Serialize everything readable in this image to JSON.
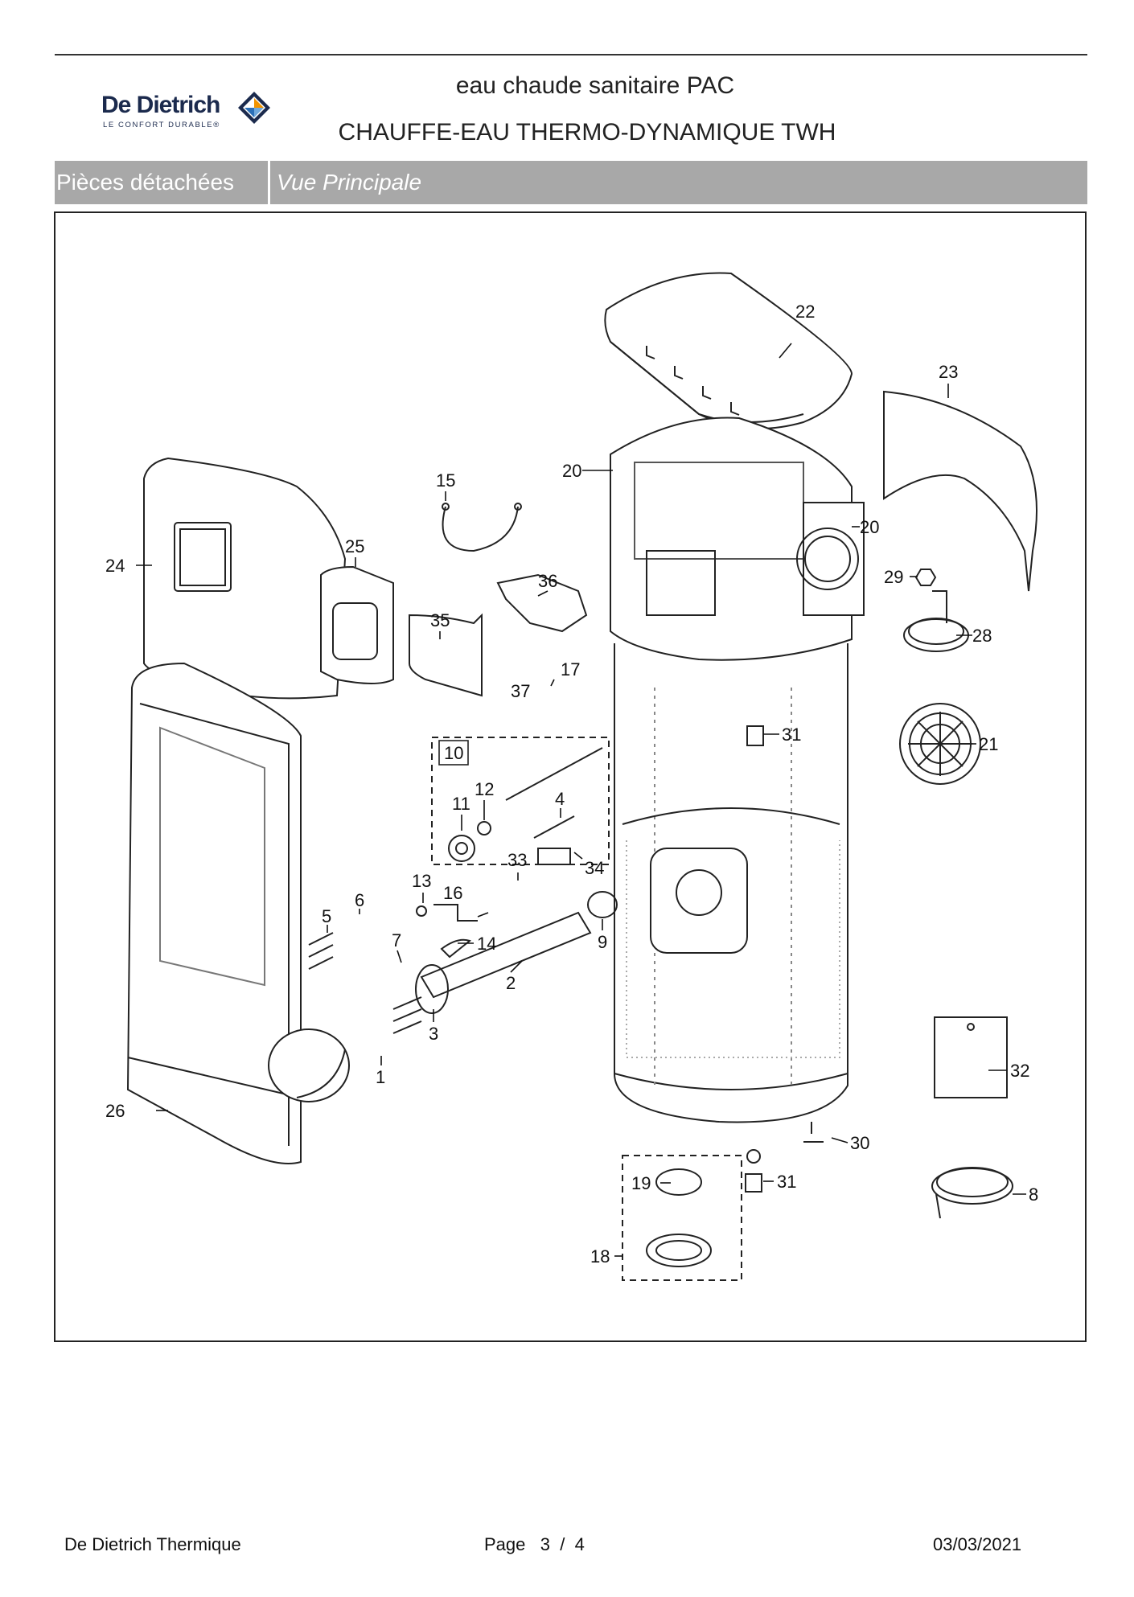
{
  "logo": {
    "brand": "De Dietrich",
    "tagline": "LE CONFORT DURABLE®",
    "colors": {
      "navy": "#1b2a4d",
      "orange": "#f29400",
      "blue": "#2a6fb8"
    }
  },
  "header": {
    "line1": "eau chaude sanitaire PAC",
    "line2": "CHAUFFE-EAU THERMO-DYNAMIQUE TWH"
  },
  "section_bar": {
    "left": "Pièces détachées",
    "right": "Vue Principale",
    "color": "#a8a8a8"
  },
  "diagram": {
    "labels": {
      "l22": "22",
      "l23": "23",
      "l20a": "20",
      "l20b": "20",
      "l15": "15",
      "l24": "24",
      "l25": "25",
      "l36": "36",
      "l35": "35",
      "l29": "29",
      "l28": "28",
      "l17": "17",
      "l37": "37",
      "l31a": "31",
      "l21": "21",
      "l10": "10",
      "l11": "11",
      "l12": "12",
      "l4": "4",
      "l33": "33",
      "l34": "34",
      "l13": "13",
      "l16": "16",
      "l6": "6",
      "l5": "5",
      "l14": "14",
      "l9": "9",
      "l7": "7",
      "l2": "2",
      "l3": "3",
      "l1": "1",
      "l26": "26",
      "l32": "32",
      "l30": "30",
      "l31b": "31",
      "l19": "19",
      "l8": "8",
      "l18": "18"
    }
  },
  "footer": {
    "company": "De Dietrich Thermique",
    "page_label": "Page",
    "page_current": "3",
    "page_sep": "/",
    "page_total": "4",
    "date": "03/03/2021"
  }
}
